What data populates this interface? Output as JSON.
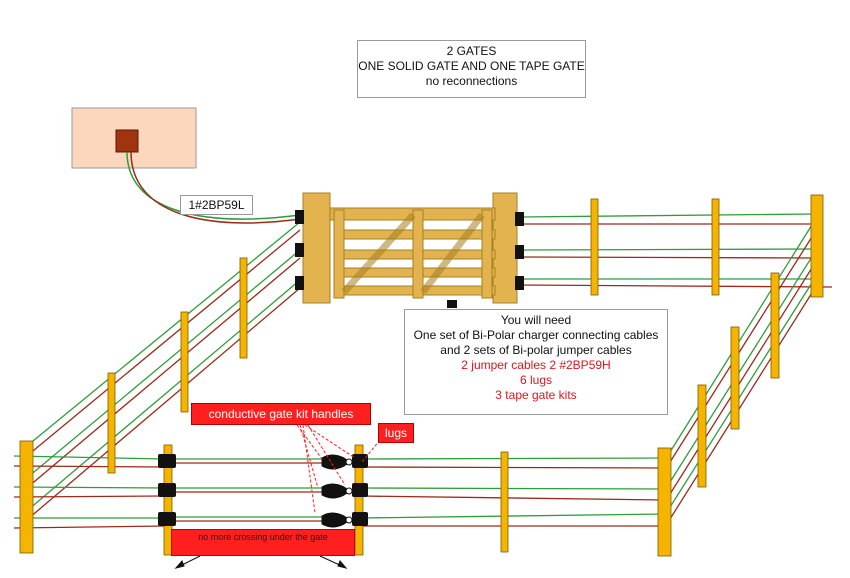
{
  "title_box": {
    "line1": "2   GATES",
    "line2": "ONE SOLID GATE AND ONE TAPE GATE",
    "line3": "no reconnections"
  },
  "charger_label": "1#2BP59L",
  "requirements": {
    "heading": "You will need",
    "line1": "One set of Bi-Polar charger connecting cables",
    "line2": "and 2 sets of Bi-polar jumper cables",
    "item1": "2 jumper cables 2  #2BP59H",
    "item2": "6 lugs",
    "item3": "3 tape gate kits"
  },
  "callouts": {
    "handles": "conductive gate kit handles",
    "lugs": "lugs",
    "crossing": "no more crossing under the gate"
  },
  "colors": {
    "wire_green": "#2e9e3a",
    "wire_red": "#9b2a1a",
    "post": "#f4b400",
    "gate_wood": "#e2b34e",
    "charger_box": "#fbd8bd",
    "charger_unit": "#a0340f",
    "callout_red": "#ff1f1f",
    "insulator": "#111111"
  }
}
